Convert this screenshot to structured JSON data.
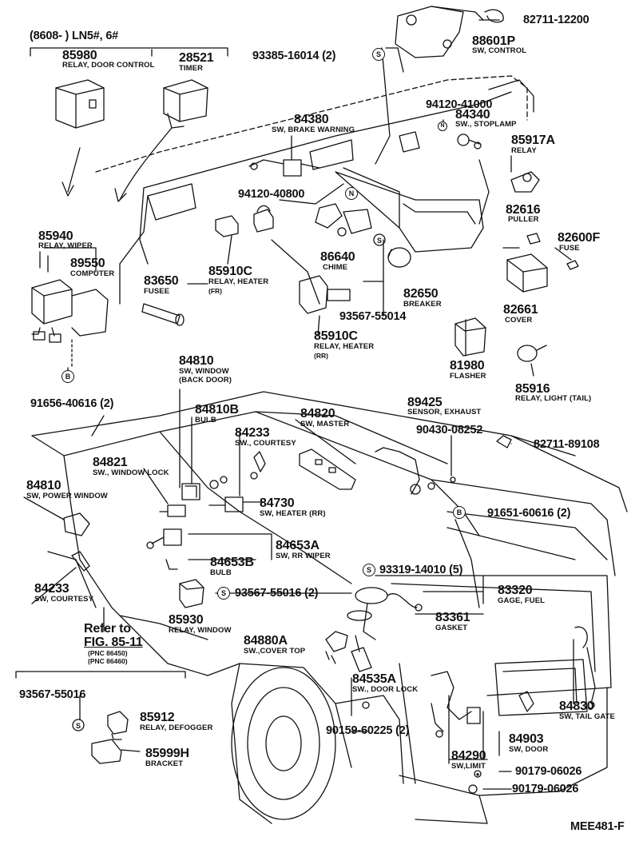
{
  "header": {
    "range": "(8608-         ) LN5#, 6#"
  },
  "callouts": {
    "c82711_12200": {
      "pn": "82711-12200"
    },
    "c88601p": {
      "pn": "88601P",
      "desc": "SW, CONTROL"
    },
    "c93385_16014": {
      "pn": "93385-16014 (2)",
      "sym": "S"
    },
    "c85980": {
      "pn": "85980",
      "desc": "RELAY, DOOR CONTROL"
    },
    "c28521": {
      "pn": "28521",
      "desc": "TIMER"
    },
    "c94120_41000": {
      "pn": "94120-41000",
      "sym": "N"
    },
    "c84340": {
      "pn": "84340",
      "desc": "SW., STOPLAMP"
    },
    "c85917a": {
      "pn": "85917A",
      "desc": "RELAY"
    },
    "c84380": {
      "pn": "84380",
      "desc": "SW, BRAKE WARNING"
    },
    "c94120_40800": {
      "pn": "94120-40800",
      "sym": "N"
    },
    "c82616": {
      "pn": "82616",
      "desc": "PULLER"
    },
    "c82600f": {
      "pn": "82600F",
      "desc": "FUSE"
    },
    "c85940": {
      "pn": "85940",
      "desc": "RELAY, WIPER"
    },
    "c89550": {
      "pn": "89550",
      "desc": "COMPUTER"
    },
    "c86640": {
      "pn": "86640",
      "desc": "CHIME"
    },
    "c83650": {
      "pn": "83650",
      "desc": "FUSEE"
    },
    "c85910c_fr": {
      "pn": "85910C",
      "desc": "RELAY, HEATER",
      "sub": "(FR)"
    },
    "c82650": {
      "pn": "82650",
      "desc": "BREAKER"
    },
    "c82661": {
      "pn": "82661",
      "desc": "COVER"
    },
    "c93567_55014": {
      "pn": "93567-55014"
    },
    "c85910c_rr": {
      "pn": "85910C",
      "desc": "RELAY, HEATER",
      "sub": "(RR)"
    },
    "c81980": {
      "pn": "81980",
      "desc": "FLASHER"
    },
    "c85916": {
      "pn": "85916",
      "desc": "RELAY, LIGHT (TAIL)"
    },
    "c91656": {
      "pn": "91656-40616 (2)",
      "sym": "B"
    },
    "c84810_back": {
      "pn": "84810",
      "desc": "SW, WINDOW",
      "sub": "(BACK DOOR)"
    },
    "c84810b": {
      "pn": "84810B",
      "desc": "BULB"
    },
    "c89425": {
      "pn": "89425",
      "desc": "SENSOR, EXHAUST"
    },
    "c84820": {
      "pn": "84820",
      "desc": "SW, MASTER"
    },
    "c90430": {
      "pn": "90430-08252"
    },
    "c84233_top": {
      "pn": "84233",
      "desc": "SW., COURTESY"
    },
    "c82711_89108": {
      "pn": "82711-89108"
    },
    "c84821": {
      "pn": "84821",
      "desc": "SW., WINDOW LOCK"
    },
    "c84810_pw": {
      "pn": "84810",
      "desc": "SW, POWER WINDOW"
    },
    "c84730": {
      "pn": "84730",
      "desc": "SW, HEATER (RR)"
    },
    "c91651": {
      "pn": "91651-60616 (2)",
      "sym": "B"
    },
    "c84653a": {
      "pn": "84653A",
      "desc": "SW, RR WIPER"
    },
    "c84653b": {
      "pn": "84653B",
      "desc": "BULB"
    },
    "c93319": {
      "pn": "93319-14010 (5)",
      "sym": "S"
    },
    "c84233_low": {
      "pn": "84233",
      "desc": "SW, COURTESY"
    },
    "c83320": {
      "pn": "83320",
      "desc": "GAGE, FUEL"
    },
    "c93567_55016_mid": {
      "pn": "93567-55016 (2)",
      "sym": "S"
    },
    "c83361": {
      "pn": "83361",
      "desc": "GASKET"
    },
    "c85930": {
      "pn": "85930",
      "desc": "RELAY, WINDOW"
    },
    "c84880a": {
      "pn": "84880A",
      "desc": "SW.,COVER TOP"
    },
    "c84535a": {
      "pn": "84535A",
      "desc": "SW., DOOR LOCK"
    },
    "c84830": {
      "pn": "84830",
      "desc": "SW, TAIL GATE"
    },
    "c93567_55016_low": {
      "pn": "93567-55016",
      "sym": "S"
    },
    "c85912": {
      "pn": "85912",
      "desc": "RELAY, DEFOGGER"
    },
    "c84903": {
      "pn": "84903",
      "desc": "SW, DOOR"
    },
    "c90159": {
      "pn": "90159-60225 (2)"
    },
    "c85999h": {
      "pn": "85999H",
      "desc": "BRACKET"
    },
    "c84290": {
      "pn": "84290",
      "desc": "SW,LIMIT"
    },
    "c90179_a": {
      "pn": "90179-06026"
    },
    "c90179_b": {
      "pn": "90179-06026"
    }
  },
  "refer": {
    "line1": "Refer to",
    "line2": "FIG. 85-11",
    "sub1": "(PNC 86450)",
    "sub2": "(PNC 86460)"
  },
  "footer": {
    "code": "MEE481-F"
  }
}
